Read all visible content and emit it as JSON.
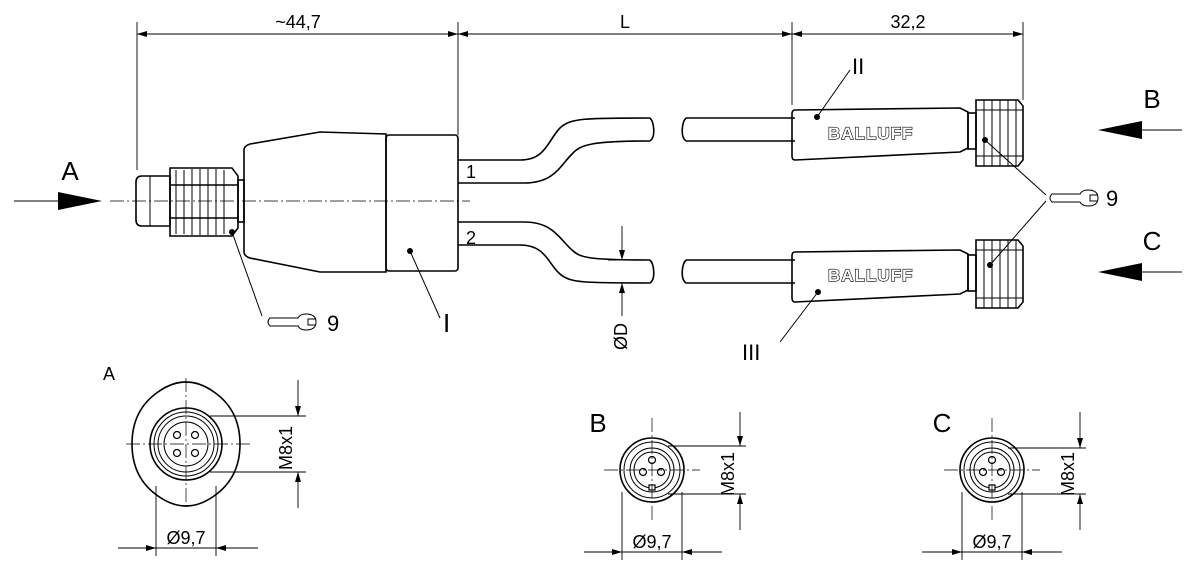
{
  "dimensions": {
    "top_left": "~44,7",
    "top_mid": "L",
    "top_right": "32,2",
    "diameter_cable": "ØD",
    "dia_A": "Ø9,7",
    "dia_B": "Ø9,7",
    "dia_C": "Ø9,7",
    "thread_A": "M8x1",
    "thread_B": "M8x1",
    "thread_C": "M8x1"
  },
  "views": {
    "A": "A",
    "B": "B",
    "C": "C",
    "A_small": "A"
  },
  "markers": {
    "wire1": "1",
    "wire2": "2",
    "part_I": "I",
    "part_II": "II",
    "part_III": "III",
    "wrench_size_left": "9",
    "wrench_size_right": "9"
  },
  "brand": {
    "logo_top": "BALLUFF",
    "logo_bottom": "BALLUFF"
  }
}
